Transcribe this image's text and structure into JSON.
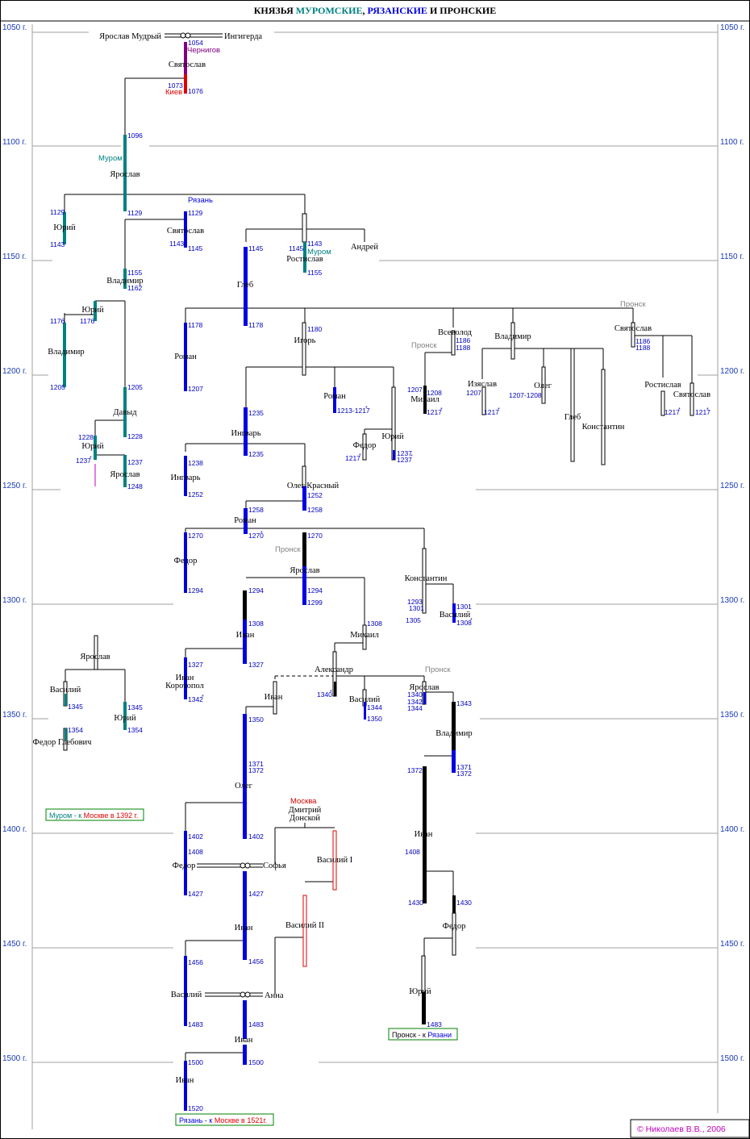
{
  "title": {
    "part1": "КНЯЗЬЯ ",
    "muromskie": "МУРОМСКИЕ",
    "comma": ", ",
    "ryazanskie": "РЯЗАНСКИЕ",
    "and": " И ",
    "pronskie": "ПРОНСКИЕ"
  },
  "colors": {
    "murom": "#008080",
    "ryazan": "#0000e0",
    "chernigov": "#800080",
    "kiev": "#e00000",
    "moscow": "#d00000",
    "pronsk": "#000000",
    "grid": "#a0a0a0"
  },
  "copyright": "© Николаев В.В., 2006",
  "axis": [
    "1050 г.",
    "1100 г.",
    "1150 г.",
    "1200 г.",
    "1250 г.",
    "1300 г.",
    "1350 г.",
    "1400 г.",
    "1450 г.",
    "1500 г."
  ],
  "places": {
    "chernigov": "Чернигов",
    "kiev": "Киев",
    "murom1": "Муром",
    "ryazan": "Рязань",
    "murom2": "Муром",
    "pronsk1": "Пронск",
    "pronsk2": "Пронск",
    "pronsk3": "Пронск",
    "pronsk4": "Пронск",
    "moscow": "Москва"
  },
  "notes": {
    "murom_pre": "Муром - к ",
    "murom_moscow": "Москве в 1392 г.",
    "pronsk_pre": "Пронск - к ",
    "pronsk_ryazan": "Рязани",
    "ryazan_pre": "Рязань - к ",
    "ryazan_moscow": "Москве в 1521г."
  },
  "names": [
    "Ярослав Мудрый",
    "Ингигерда",
    "Святослав",
    "Ярослав",
    "Юрий",
    "Святослав",
    "Владимир",
    "Юрий",
    "Владимир",
    "Давыд",
    "Юрий",
    "Ярослав",
    "Ростислав",
    "Андрей",
    "Глеб",
    "Роман",
    "Игорь",
    "Всеволод",
    "Владимир",
    "Святослав",
    "Михаил",
    "Изяслав",
    "Олег",
    "Глеб",
    "Константин",
    "Роман",
    "Ростислав",
    "Святослав",
    "Юрий",
    "Федор",
    "Ингварь",
    "Ингварь",
    "Олег Красный",
    "Роман",
    "Федор",
    "Ярослав",
    "Константин",
    "Иван",
    "Михаил",
    "Василий",
    "Александр",
    "Ярослав",
    "Василий",
    "Юрий",
    "Федор Глебович",
    "Иван",
    "Коротопол",
    "Иван",
    "Василий",
    "Ярослав",
    "Владимир",
    "Олег",
    "Дмитрий",
    "Донской",
    "Иван",
    "Василий I",
    "Федор",
    "Софья",
    "Федор",
    "Василий II",
    "Иван",
    "Юрий",
    "Василий",
    "Анна",
    "Иван",
    "Иван"
  ],
  "years": [
    "1054",
    "1073",
    "1076",
    "1096",
    "1129",
    "1129",
    "1143",
    "1129",
    "1143",
    "1145",
    "1145",
    "1143",
    "1155",
    "1145",
    "1178",
    "1155",
    "1162",
    "1176",
    "1176",
    "1178",
    "1207",
    "1180",
    "1186",
    "1188",
    "1186",
    "1188",
    "1205",
    "1205",
    "1228",
    "1207",
    "1208",
    "1217",
    "1207",
    "1217",
    "1207-1208",
    "1217",
    "1217",
    "1213-1217",
    "1217",
    "1237",
    "1235",
    "1237",
    "1228",
    "1237",
    "1237",
    "1248",
    "1238",
    "1252",
    "1235",
    "1252",
    "1258",
    "1258",
    "1270",
    "1270",
    "1270",
    "1294",
    "1294",
    "1299",
    "1293",
    "1301",
    "1305",
    "1301",
    "1308",
    "1294",
    "1308",
    "1327",
    "1308",
    "1327",
    "1342",
    "1340",
    "1344",
    "1350",
    "1340",
    "1342",
    "1344",
    "1343",
    "1345",
    "1345",
    "1354",
    "1354",
    "1350",
    "1371",
    "1372",
    "1371",
    "1372",
    "1372",
    "1402",
    "1408",
    "1402",
    "1427",
    "1408",
    "1427",
    "1430",
    "1430",
    "1456",
    "1456",
    "1483",
    "1483",
    "1483",
    "1500",
    "1500",
    "1520"
  ]
}
